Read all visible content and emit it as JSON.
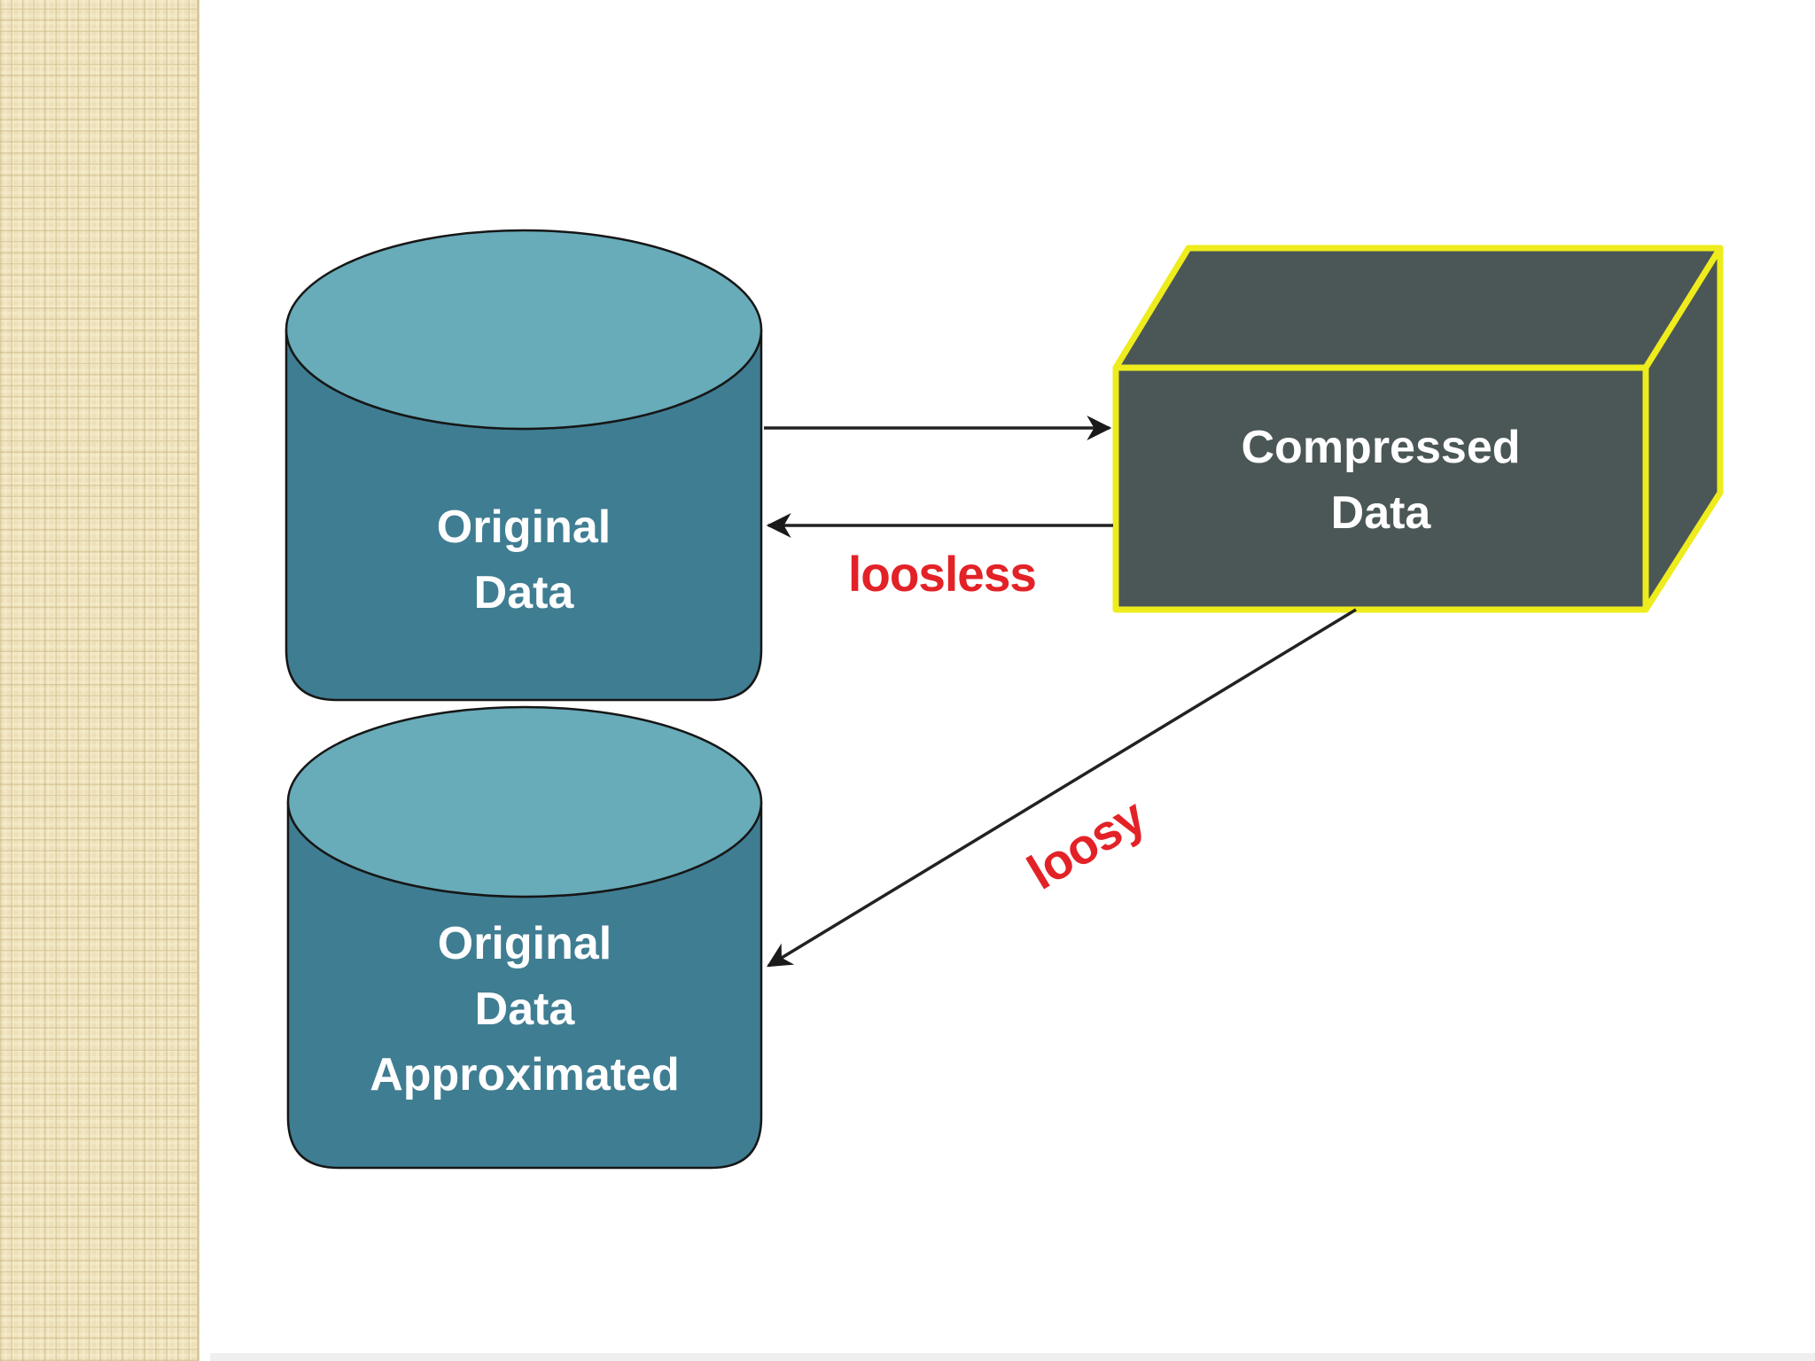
{
  "slide": {
    "background_color": "#ffffff",
    "sidebar_texture": {
      "base_color": "#ecdfb8",
      "grid_line_color": "#c9b583",
      "highlight_color": "#f7eecd",
      "edge_color": "#d9c99e"
    },
    "bottom_strip_color": "#efefef"
  },
  "diagram": {
    "arrow_color": "#222222",
    "nodes": [
      {
        "id": "original-data",
        "shape": "cylinder",
        "lines": [
          "Original",
          "Data"
        ],
        "body_color": "#3f7d92",
        "top_color": "#68abb9",
        "outline_color": "#161616",
        "text_color": "#ffffff"
      },
      {
        "id": "compressed-data",
        "shape": "box-3d",
        "lines": [
          "Compressed",
          "Data"
        ],
        "face_color": "#4b5756",
        "outline_color": "#eeec1c",
        "text_color": "#ffffff"
      },
      {
        "id": "original-data-approximated",
        "shape": "cylinder",
        "lines": [
          "Original",
          "Data",
          "Approximated"
        ],
        "body_color": "#3f7d92",
        "top_color": "#68abb9",
        "outline_color": "#161616",
        "text_color": "#ffffff"
      }
    ],
    "edges": [
      {
        "id": "compress",
        "from": "original-data",
        "to": "compressed-data",
        "label": ""
      },
      {
        "id": "lossless",
        "from": "compressed-data",
        "to": "original-data",
        "label": "loosless",
        "label_color": "#e32227"
      },
      {
        "id": "lossy",
        "from": "compressed-data",
        "to": "original-data-approximated",
        "label": "loosy",
        "label_color": "#e32227"
      }
    ]
  }
}
